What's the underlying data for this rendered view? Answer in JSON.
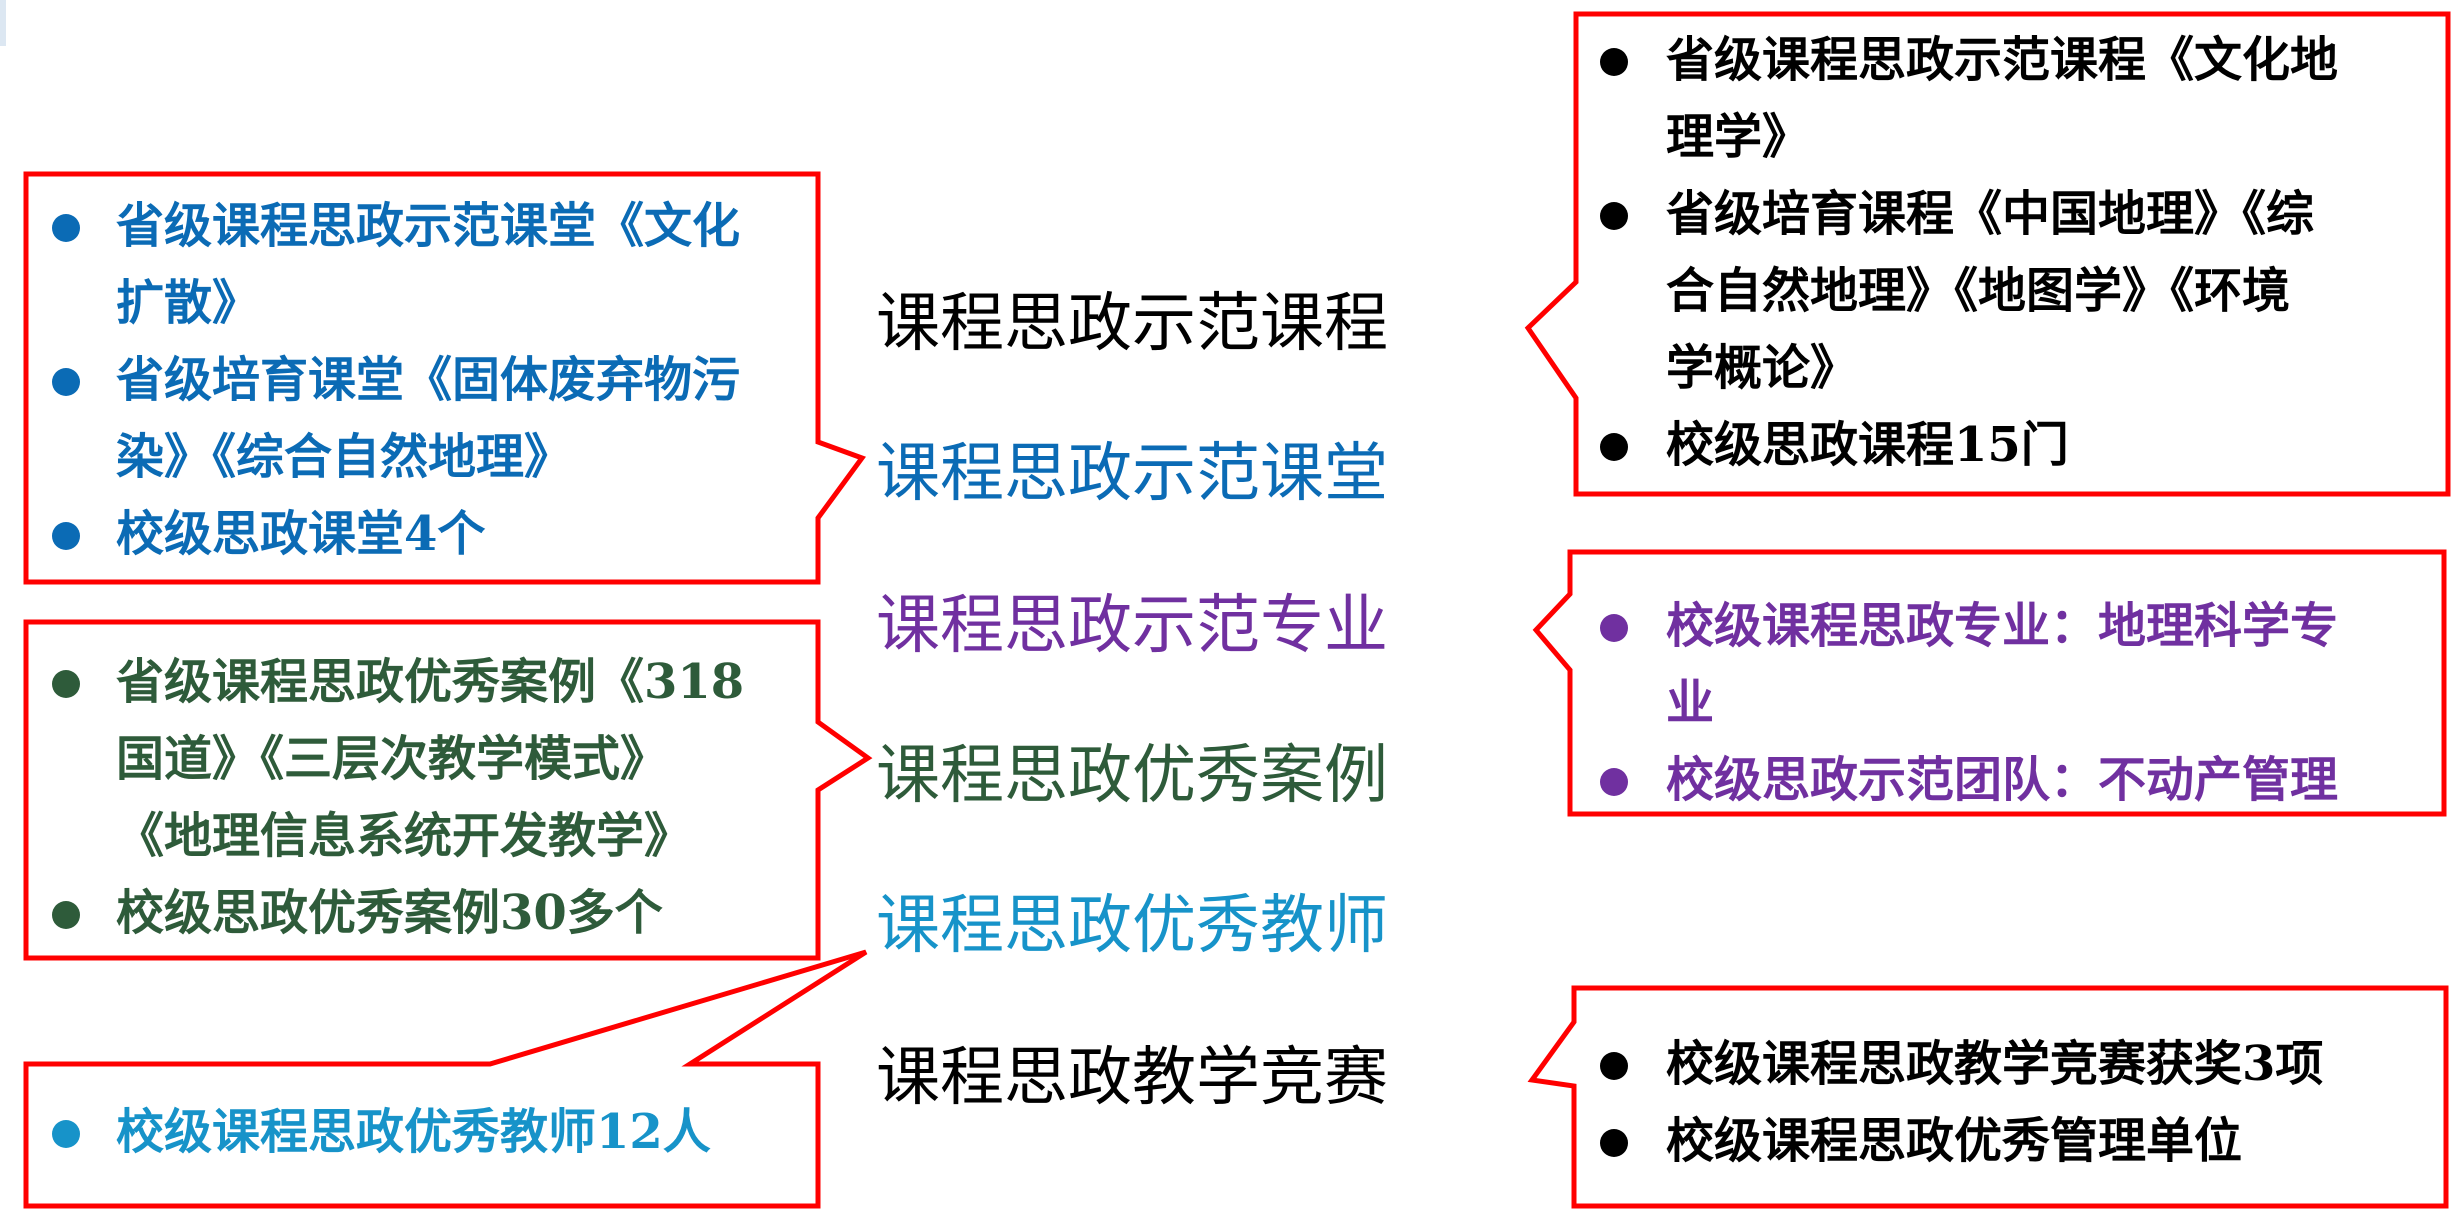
{
  "colors": {
    "black": "#000000",
    "blue": "#0b6bb5",
    "purple": "#7030a0",
    "green": "#2e5b3a",
    "cyan": "#1793c9",
    "callout_border": "#ff0000"
  },
  "center_labels": [
    {
      "text": "课程思政示范课程",
      "color": "#000000"
    },
    {
      "text": "课程思政示范课堂",
      "color": "#0b6bb5"
    },
    {
      "text": "课程思政示范专业",
      "color": "#7030a0"
    },
    {
      "text": "课程思政优秀案例",
      "color": "#2e5b3a"
    },
    {
      "text": "课程思政优秀教师",
      "color": "#1793c9"
    },
    {
      "text": "课程思政教学竞赛",
      "color": "#000000"
    }
  ],
  "callouts": {
    "course": {
      "color": "#000000",
      "items": [
        [
          "省级课程思政示范课程《文化地",
          "理学》"
        ],
        [
          "省级培育课程《中国地理》《综",
          "合自然地理》《地图学》《环境",
          "学概论》"
        ],
        [
          "校级思政课程15门"
        ]
      ]
    },
    "classroom": {
      "color": "#0b6bb5",
      "items": [
        [
          "省级课程思政示范课堂《文化",
          "扩散》"
        ],
        [
          "省级培育课堂《固体废弃物污",
          "染》《综合自然地理》"
        ],
        [
          "校级思政课堂4个"
        ]
      ]
    },
    "major": {
      "color": "#7030a0",
      "items": [
        [
          "校级课程思政专业：地理科学专",
          "业"
        ],
        [
          "校级思政示范团队：不动产管理"
        ]
      ]
    },
    "cases": {
      "color": "#2e5b3a",
      "items": [
        [
          "省级课程思政优秀案例《318",
          "国道》《三层次教学模式》",
          "《地理信息系统开发教学》"
        ],
        [
          "校级思政优秀案例30多个"
        ]
      ]
    },
    "teachers": {
      "color": "#1793c9",
      "items": [
        [
          "校级课程思政优秀教师12人"
        ]
      ]
    },
    "competition": {
      "color": "#000000",
      "items": [
        [
          "校级课程思政教学竞赛获奖3项"
        ],
        [
          "校级课程思政优秀管理单位"
        ]
      ]
    }
  }
}
